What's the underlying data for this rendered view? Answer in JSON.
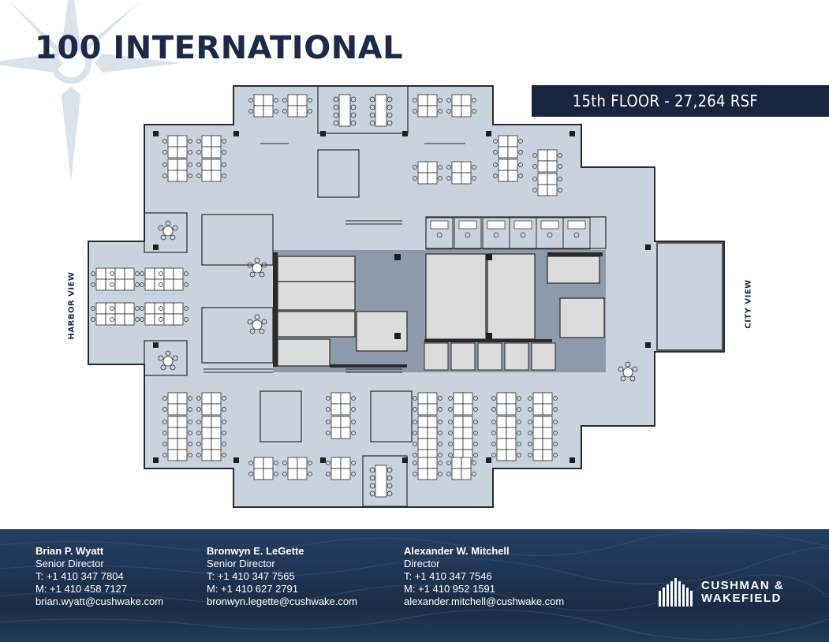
{
  "title": "100 INTERNATIONAL",
  "floor_label": "15th FLOOR - 27,264 RSF",
  "views": {
    "left": "HARBOR VIEW",
    "right": "CITY VIEW"
  },
  "contacts": [
    {
      "name": "Brian P. Wyatt",
      "role": "Senior Director",
      "phone_t": "T: +1 410 347 7804",
      "phone_m": "M: +1 410 458 7127",
      "email": "brian.wyatt@cushwake.com"
    },
    {
      "name": "Bronwyn E. LeGette",
      "role": "Senior Director",
      "phone_t": "T: +1 410 347 7565",
      "phone_m": "M: +1 410 627 2791",
      "email": "bronwyn.legette@cushwake.com"
    },
    {
      "name": "Alexander W. Mitchell",
      "role": "Director",
      "phone_t": "T: +1 410 347 7546",
      "phone_m": "M: +1 410 952 1591",
      "email": "alexander.mitchell@cushwake.com"
    }
  ],
  "logo": {
    "line1": "CUSHMAN &",
    "line2": "WAKEFIELD"
  },
  "colors": {
    "navy": "#1b2a4a",
    "floor": "#c9d3de",
    "core": "#8c9aaa",
    "footer": "#1e3452"
  }
}
